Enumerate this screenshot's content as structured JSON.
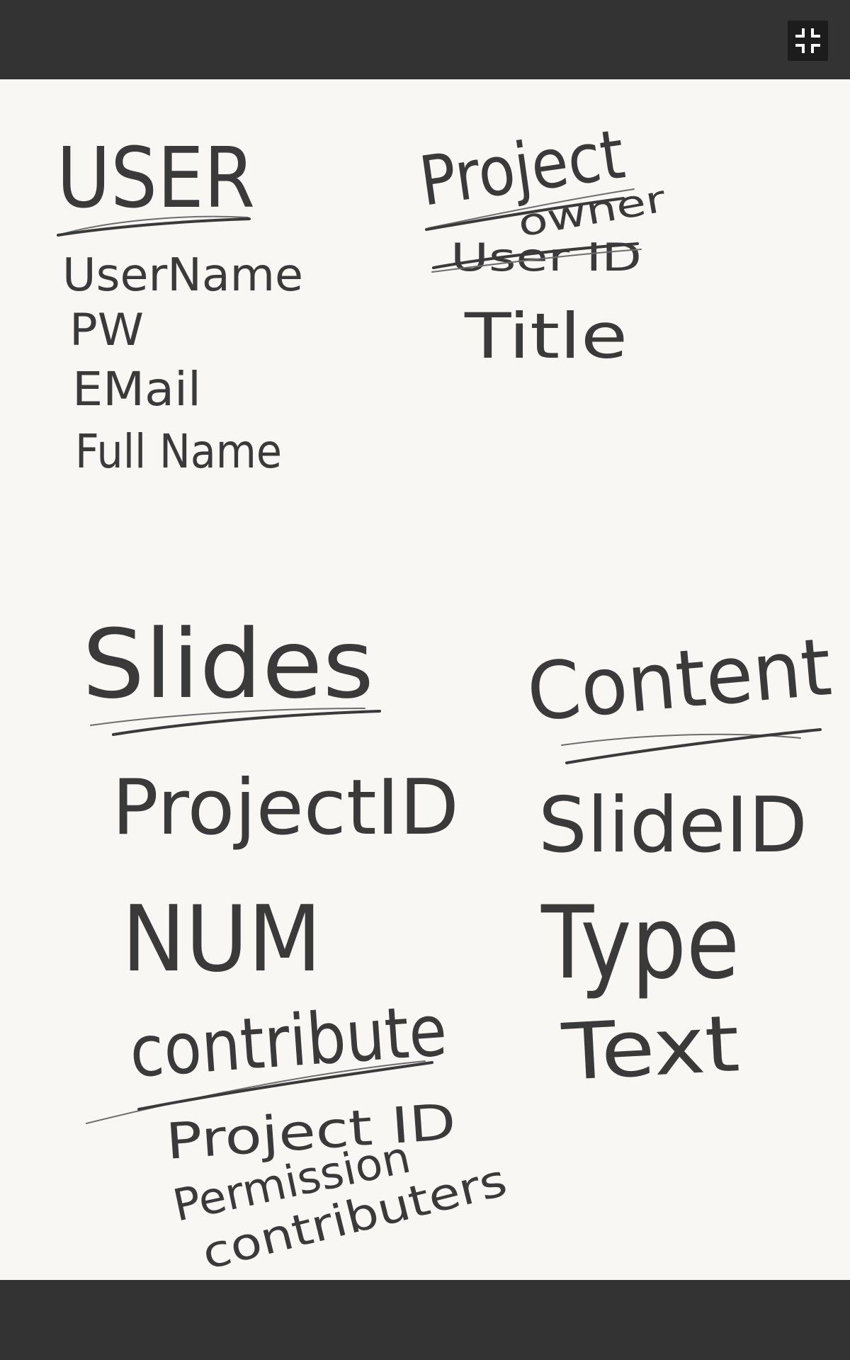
{
  "toolbar": {
    "exit_fullscreen_icon": "exit-fullscreen-icon"
  },
  "sketch": {
    "user": {
      "heading": "USER",
      "fields": [
        "UserName",
        "PW",
        "EMail",
        "Full Name"
      ]
    },
    "project": {
      "heading": "Project",
      "owner": "owner",
      "struck_field": "User ID",
      "field": "Title"
    },
    "slides": {
      "heading": "Slides",
      "fields": [
        "ProjectID",
        "NUM"
      ],
      "struck_field": "contribute",
      "notes": [
        "Project ID",
        "Permission",
        "contributers"
      ]
    },
    "content": {
      "heading": "Content",
      "fields": [
        "SlideID",
        "Type",
        "Text"
      ]
    }
  },
  "colors": {
    "chrome": "#333333",
    "paper": "#f8f7f4",
    "ink": "#3a3a3a"
  }
}
